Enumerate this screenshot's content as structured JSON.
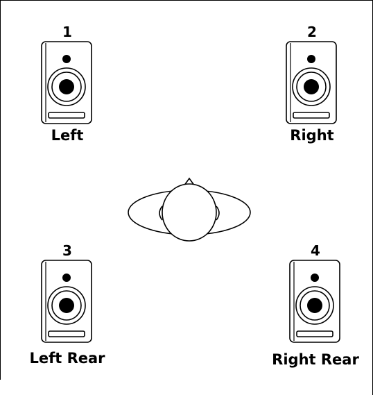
{
  "speakers": [
    {
      "number": "1",
      "label": "Left"
    },
    {
      "number": "2",
      "label": "Right"
    },
    {
      "number": "3",
      "label": "Left Rear"
    },
    {
      "number": "4",
      "label": "Right Rear"
    }
  ]
}
